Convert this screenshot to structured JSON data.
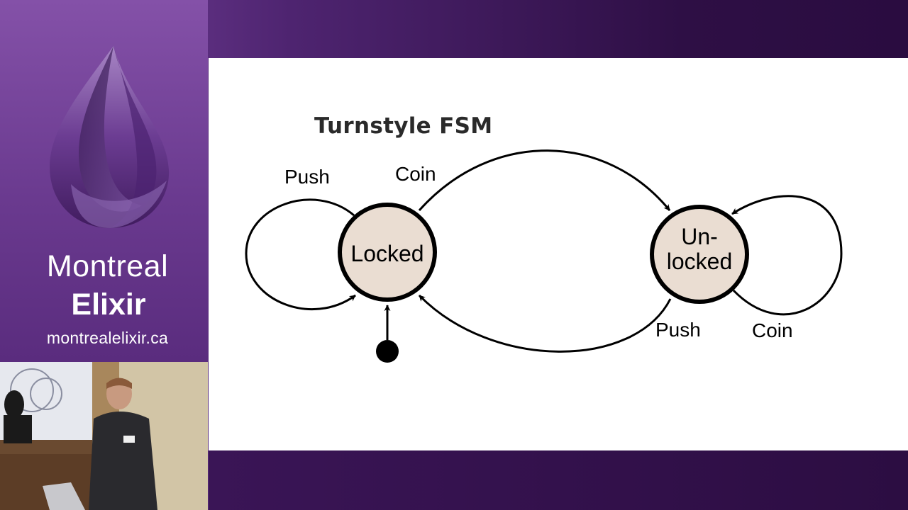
{
  "branding": {
    "line1": "Montreal",
    "line2": "Elixir",
    "url": "montrealelixir.ca",
    "accent_color": "#6a3a8f"
  },
  "slide": {
    "title": "Turnstyle FSM",
    "diagram": {
      "states": [
        {
          "id": "locked",
          "lines": [
            "Locked"
          ],
          "initial": true
        },
        {
          "id": "unlocked",
          "lines": [
            "Un-",
            "locked"
          ],
          "initial": false
        }
      ],
      "transitions": [
        {
          "from": "locked",
          "to": "locked",
          "label": "Push"
        },
        {
          "from": "locked",
          "to": "unlocked",
          "label": "Coin"
        },
        {
          "from": "unlocked",
          "to": "locked",
          "label": "Push"
        },
        {
          "from": "unlocked",
          "to": "unlocked",
          "label": "Coin"
        }
      ],
      "state_fill": "#eaddd2",
      "stroke_color": "#000000"
    }
  }
}
